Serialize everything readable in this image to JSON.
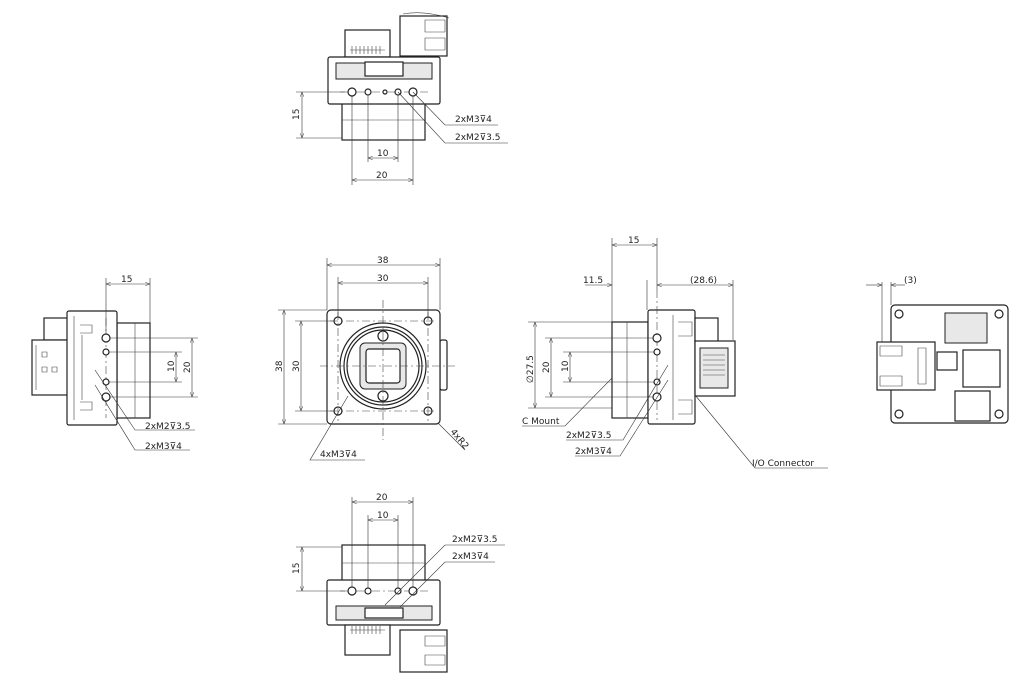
{
  "top_view": {
    "dim_height": "15",
    "dim_inner": "10",
    "dim_outer": "20",
    "callout_m3": "2xM3⊽4",
    "callout_m2": "2xM2⊽3.5"
  },
  "left_view": {
    "dim_depth": "15",
    "dim_inner": "10",
    "dim_outer": "20",
    "callout_m2": "2xM2⊽3.5",
    "callout_m3": "2xM3⊽4"
  },
  "front_view": {
    "width_outer": "38",
    "width_inner": "30",
    "height_outer": "38",
    "height_inner": "30",
    "callout_holes": "4xM3⊽4",
    "callout_radius": "4xR2"
  },
  "right_view": {
    "dim_body": "15",
    "dim_lens": "11.5",
    "dim_connector": "(28.6)",
    "dim_diameter": "∅27.5",
    "dim_outer": "20",
    "dim_inner": "10",
    "label_mount": "C Mount",
    "callout_m2": "2xM2⊽3.5",
    "callout_m3": "2xM3⊽4",
    "label_io": "I/O Connector"
  },
  "back_view": {
    "dim_offset": "(3)"
  },
  "bottom_view": {
    "dim_outer": "20",
    "dim_inner": "10",
    "dim_height": "15",
    "callout_m2": "2xM2⊽3.5",
    "callout_m3": "2xM3⊽4"
  }
}
